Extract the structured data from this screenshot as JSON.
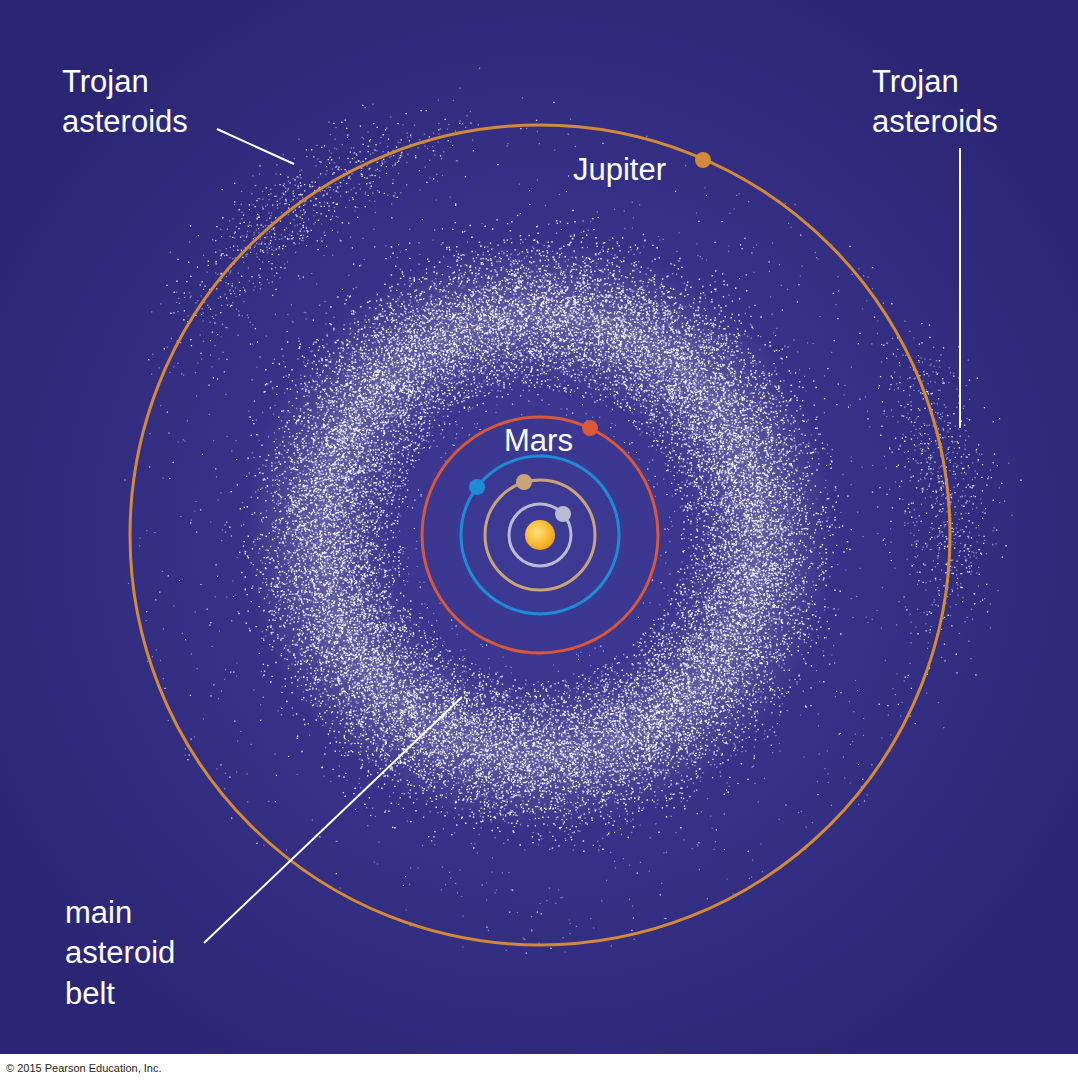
{
  "diagram": {
    "labels": [
      "Trojan asteroids",
      "Trojan asteroids",
      "Jupiter",
      "Mars",
      "main asteroid belt",
      "© 2015 Pearson Education, Inc."
    ]
  }
}
